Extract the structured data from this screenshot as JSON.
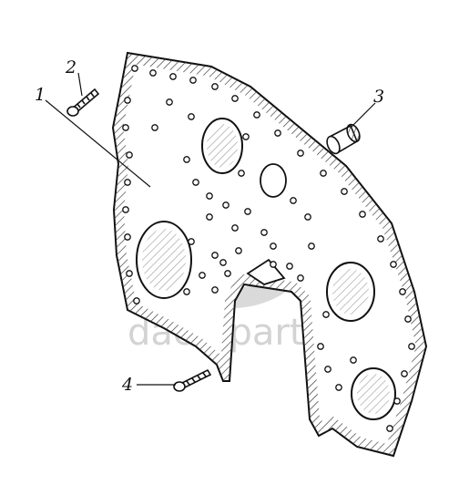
{
  "callouts": [
    {
      "id": "1",
      "label": "1"
    },
    {
      "id": "2",
      "label": "2"
    },
    {
      "id": "3",
      "label": "3"
    },
    {
      "id": "4",
      "label": "4"
    }
  ],
  "watermark": {
    "text": "daco-parts",
    "color": "#cfcfcf"
  },
  "colors": {
    "line": "#111111",
    "hatch": "#333333",
    "background": "#ffffff"
  }
}
